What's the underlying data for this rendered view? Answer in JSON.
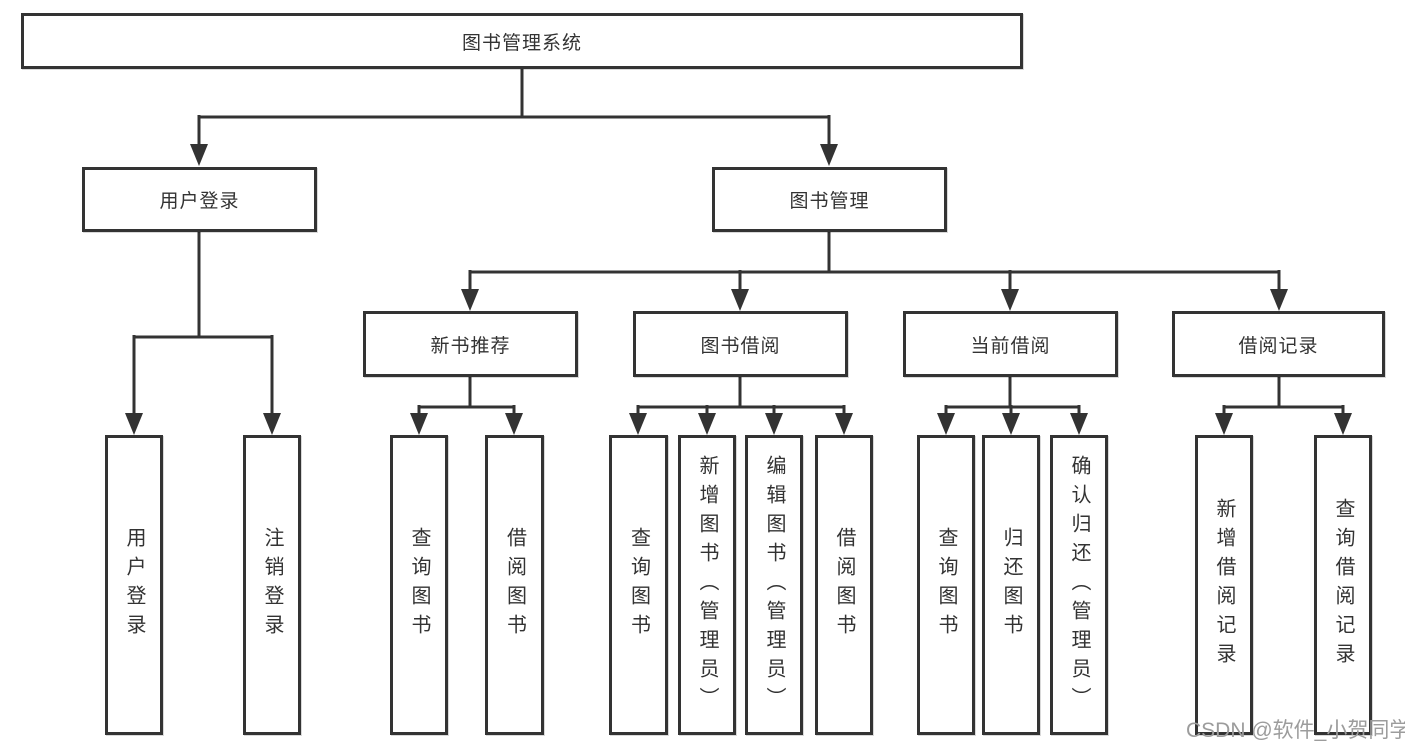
{
  "diagram": {
    "root": {
      "label": "图书管理系统"
    },
    "level1": [
      {
        "label": "用户登录"
      },
      {
        "label": "图书管理"
      }
    ],
    "level2": [
      {
        "label": "新书推荐"
      },
      {
        "label": "图书借阅"
      },
      {
        "label": "当前借阅"
      },
      {
        "label": "借阅记录"
      }
    ],
    "leaves": {
      "user_login": [
        {
          "label": "用户登录"
        },
        {
          "label": "注销登录"
        }
      ],
      "new_book": [
        {
          "label": "查询图书"
        },
        {
          "label": "借阅图书"
        }
      ],
      "book_borrow": [
        {
          "label": "查询图书"
        },
        {
          "label": "新增图书（管理员）"
        },
        {
          "label": "编辑图书（管理员）"
        },
        {
          "label": "借阅图书"
        }
      ],
      "current_borrow": [
        {
          "label": "查询图书"
        },
        {
          "label": "归还图书"
        },
        {
          "label": "确认归还（管理员）"
        }
      ],
      "borrow_records": [
        {
          "label": "新增借阅记录"
        },
        {
          "label": "查询借阅记录"
        }
      ]
    }
  },
  "watermark": {
    "text": "CSDN @软件_小贺同学"
  },
  "colors": {
    "line": "#333333",
    "box_border": "#333333",
    "box_background": "#ffffff",
    "text": "#333333",
    "watermark_text": "#9c9c9c"
  }
}
